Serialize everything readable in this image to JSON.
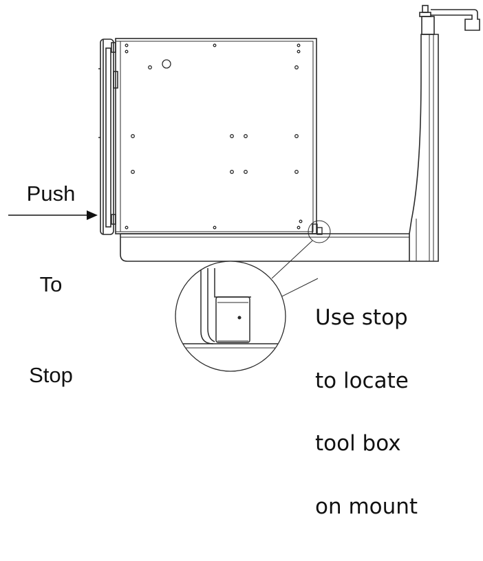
{
  "labels": {
    "push_lines": [
      "Push",
      "To",
      "Stop"
    ],
    "callout_lines": [
      "Use stop",
      "to locate",
      "tool box",
      "on mount"
    ]
  },
  "colors": {
    "line": "#2a2a2a",
    "text": "#111111"
  }
}
